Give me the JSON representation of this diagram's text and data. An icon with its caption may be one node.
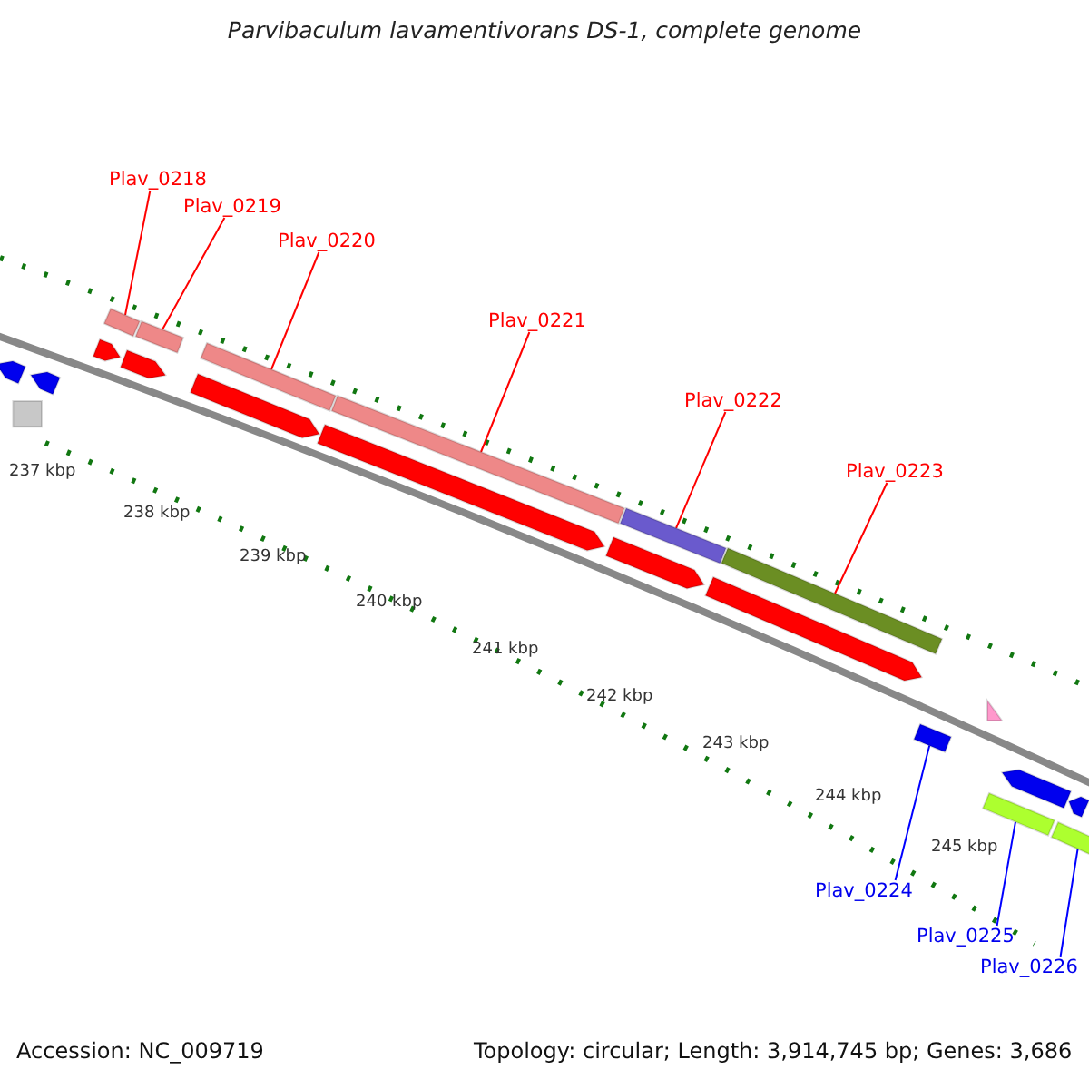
{
  "diagram": {
    "title": "Parvibaculum lavamentivorans DS-1, complete genome",
    "nodes": [
      {
        "text": [
          "Plav_0218"
        ]
      },
      {
        "text": [
          "Plav_0219"
        ]
      },
      {
        "text": [
          "Plav_0220"
        ]
      },
      {
        "text": [
          "Plav_0221"
        ]
      },
      {
        "text": [
          "Plav_0222"
        ]
      },
      {
        "text": [
          "Plav_0223"
        ]
      },
      {
        "text": [
          "Plav_0224"
        ]
      },
      {
        "text": [
          "Plav_0225"
        ]
      },
      {
        "text": [
          "Plav_0226"
        ]
      },
      {
        "text": [],
        "shape": "bar"
      },
      {
        "text": [],
        "shape": "bar"
      },
      {
        "text": [],
        "shape": "bar"
      },
      {
        "text": [],
        "shape": "bar"
      },
      {
        "text": [],
        "shape": "bar"
      },
      {
        "text": [],
        "shape": "bar"
      },
      {
        "text": [],
        "shape": "bar"
      },
      {
        "text": [],
        "shape": "bar"
      },
      {
        "text": [],
        "shape": "bar"
      },
      {
        "text": [],
        "shape": "pentagon"
      },
      {
        "text": [],
        "shape": "pentagon"
      },
      {
        "text": [],
        "shape": "pentagon"
      },
      {
        "text": [],
        "shape": "pentagon"
      },
      {
        "text": [],
        "shape": "pentagon"
      },
      {
        "text": [],
        "shape": "pentagon"
      },
      {
        "text": [],
        "shape": "pentagon"
      },
      {
        "text": [],
        "shape": "pentagon"
      },
      {
        "text": [],
        "shape": "pentagon"
      },
      {
        "text": [],
        "shape": "pentagon"
      },
      {
        "text": [],
        "shape": "box"
      },
      {
        "text": [],
        "shape": "triangle"
      }
    ],
    "edges": [
      {
        "from": 0,
        "to": 9,
        "arrow": "none"
      },
      {
        "from": 1,
        "to": 10,
        "arrow": "none"
      },
      {
        "from": 2,
        "to": 11,
        "arrow": "none"
      },
      {
        "from": 3,
        "to": 12,
        "arrow": "none"
      },
      {
        "from": 4,
        "to": 13,
        "arrow": "none"
      },
      {
        "from": 5,
        "to": 14,
        "arrow": "none"
      },
      {
        "from": 6,
        "to": 15,
        "arrow": "none",
        "color": "#0000ff"
      },
      {
        "from": 7,
        "to": 16,
        "arrow": "none",
        "color": "#0000ff"
      },
      {
        "from": 8,
        "to": 17,
        "arrow": "none",
        "color": "#0000ff"
      }
    ],
    "labels": [
      "237 kbp",
      "238 kbp",
      "239 kbp",
      "240 kbp",
      "241 kbp",
      "242 kbp",
      "243 kbp",
      "244 kbp",
      "245 kbp",
      "Accession: NC_009719",
      "Topology: circular; Length: 3,914,745 bp; Genes: 3,686"
    ]
  }
}
